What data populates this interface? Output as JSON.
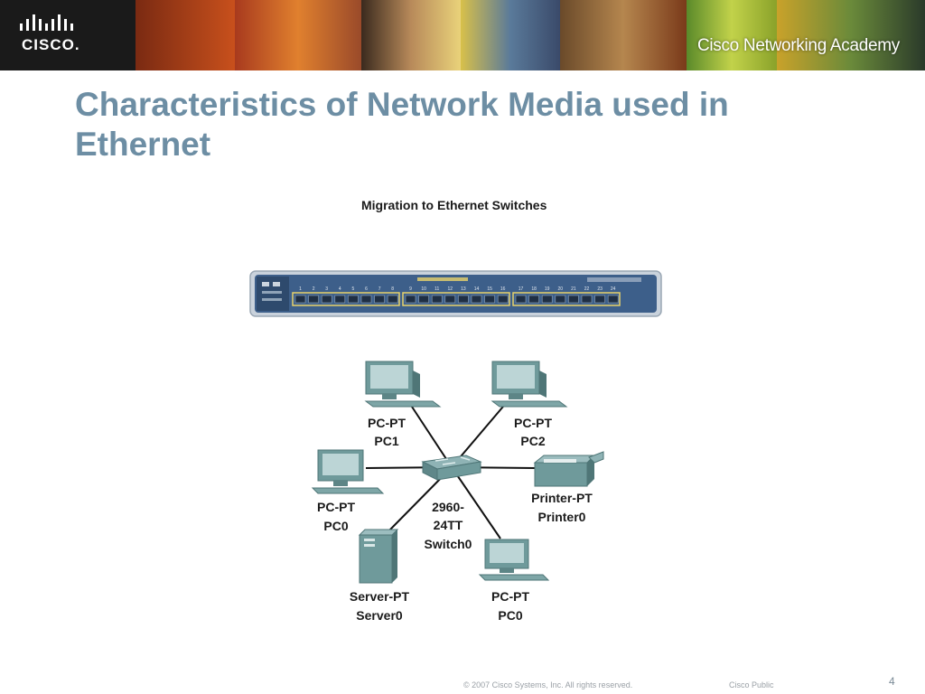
{
  "header": {
    "brand_logo_text": "CISCO.",
    "academy_name": "Cisco Networking Academy"
  },
  "slide": {
    "title": "Characteristics of Network Media used in Ethernet"
  },
  "figure": {
    "title": "Migration to Ethernet Switches",
    "switch_panel": {
      "port_numbers": [
        "1",
        "2",
        "3",
        "4",
        "5",
        "6",
        "7",
        "8",
        "9",
        "10",
        "11",
        "12",
        "13",
        "14",
        "15",
        "16",
        "17",
        "18",
        "19",
        "20",
        "21",
        "22",
        "23",
        "24"
      ]
    },
    "devices": {
      "pc1": {
        "type": "PC-PT",
        "name": "PC1"
      },
      "pc2": {
        "type": "PC-PT",
        "name": "PC2"
      },
      "pc0_left": {
        "type": "PC-PT",
        "name": "PC0"
      },
      "printer": {
        "type": "Printer-PT",
        "name": "Printer0"
      },
      "server": {
        "type": "Server-PT",
        "name": "Server0"
      },
      "pc0_bottom": {
        "type": "PC-PT",
        "name": "PC0"
      },
      "switch": {
        "line1": "2960-",
        "line2": "24TT",
        "name": "Switch0"
      }
    }
  },
  "footer": {
    "copyright": "© 2007 Cisco Systems, Inc. All rights reserved.",
    "classification": "Cisco Public",
    "page_number": "4"
  },
  "colors": {
    "title": "#6d8ea4",
    "device_body": "#6f9a9b",
    "switch_panel": "#3d5f8a",
    "port_highlight": "#e8d26a"
  }
}
